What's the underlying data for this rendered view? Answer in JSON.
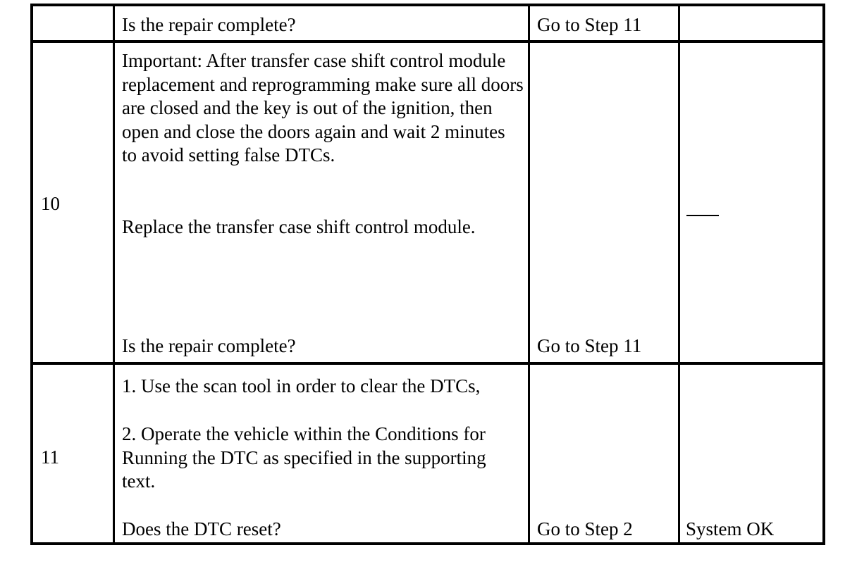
{
  "rows": [
    {
      "step": "",
      "question": "Is the repair complete?",
      "yes": "Go to Step 11",
      "no": ""
    },
    {
      "step": "10",
      "important": "Important: After transfer case shift control module replacement and reprogramming make sure all doors are closed and the key is out of the ignition, then open and close the doors again and wait 2 minutes to avoid setting false DTCs.",
      "action": "Replace the transfer case shift control module.",
      "question": "Is the repair complete?",
      "yes": "Go to Step 11",
      "no": "—"
    },
    {
      "step": "11",
      "action_1": "1. Use the scan tool in order to clear the DTCs,",
      "action_2": "2. Operate the vehicle within the Conditions for Running the DTC as specified in the supporting text.",
      "question": "Does the DTC reset?",
      "yes": "Go to Step 2",
      "no": "System OK"
    }
  ]
}
